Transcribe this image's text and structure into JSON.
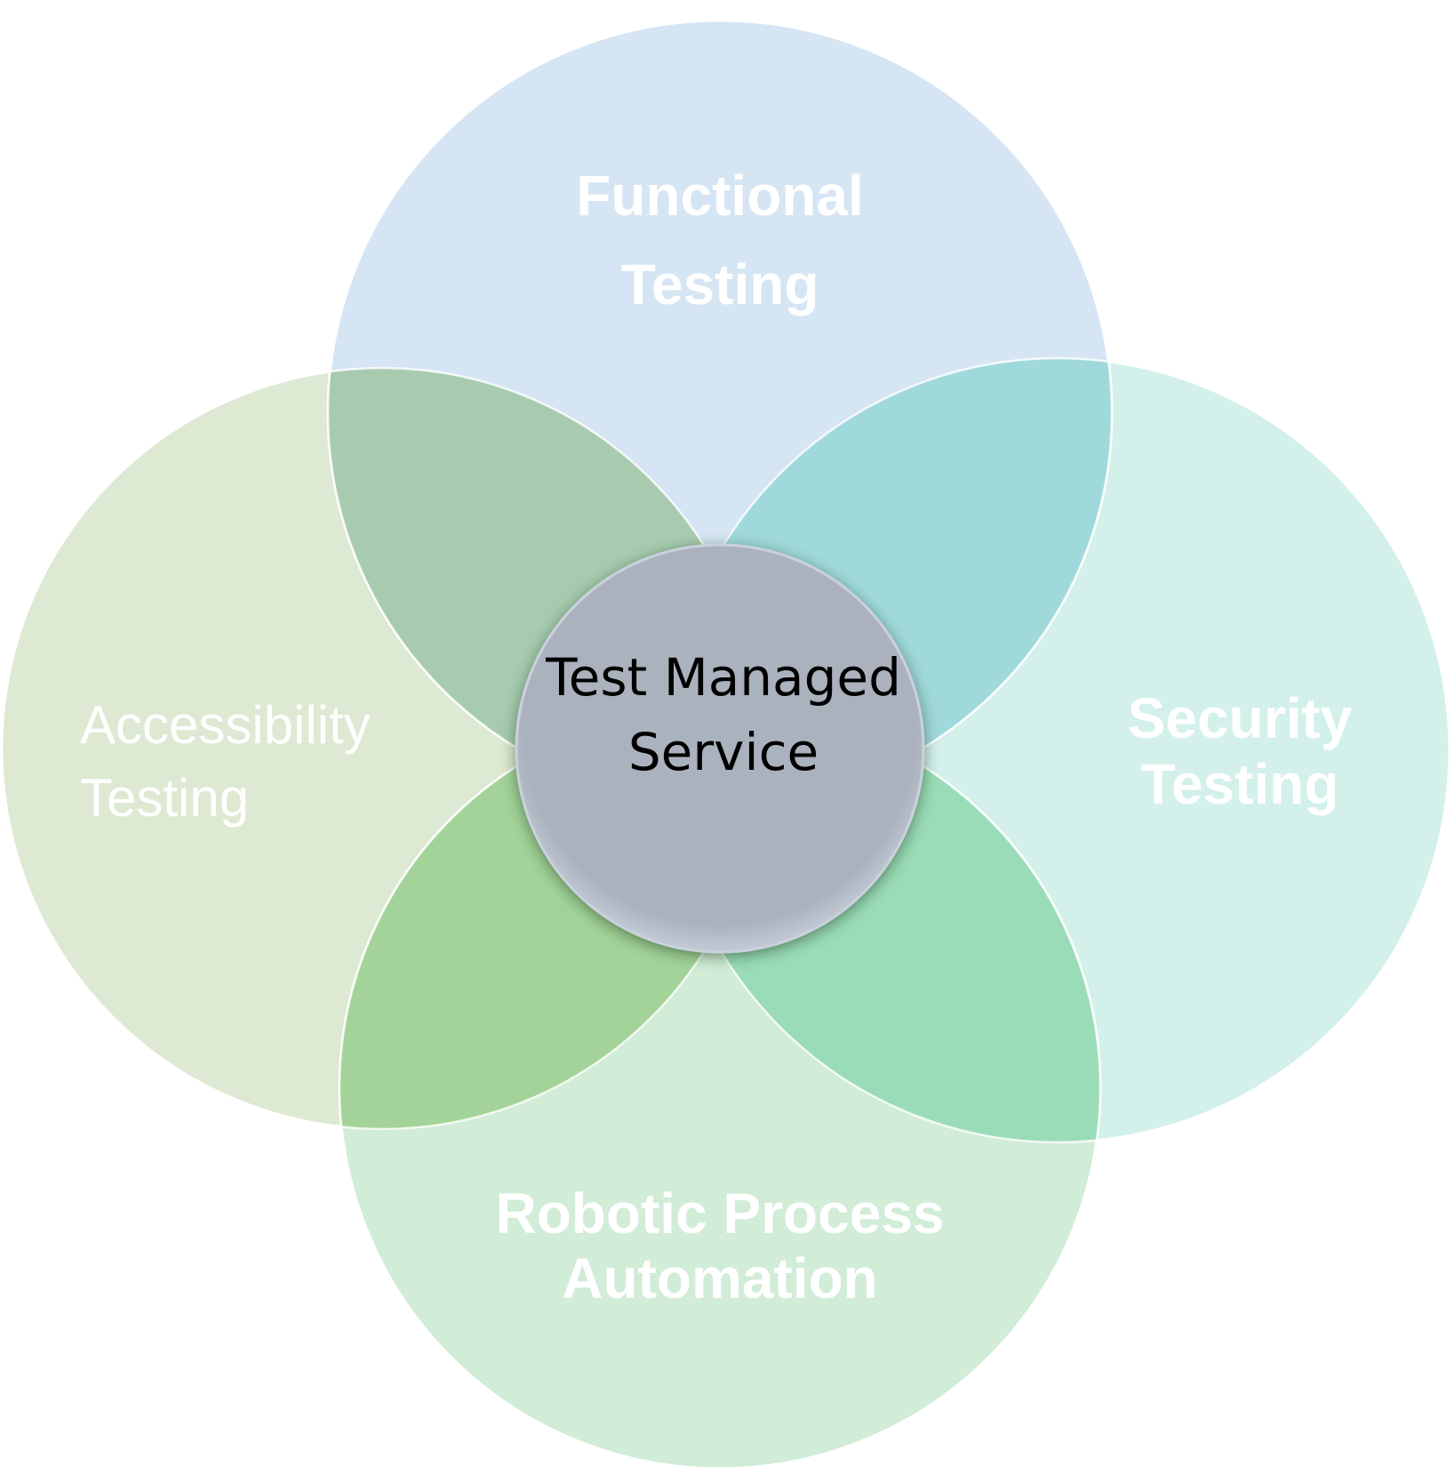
{
  "diagram": {
    "center": {
      "line1": "Test Managed",
      "line2": "Service"
    },
    "petals": [
      {
        "id": "functional",
        "line1": "Functional",
        "line2": "Testing"
      },
      {
        "id": "accessibility",
        "line1": "Accessibility",
        "line2": "Testing"
      },
      {
        "id": "security",
        "line1": "Security",
        "line2": "Testing"
      },
      {
        "id": "rpa",
        "line1": "Robotic Process",
        "line2": "Automation"
      }
    ],
    "colors": {
      "functional": "#d6e5f3",
      "accessibility": "#dde9d2",
      "security": "#d3f0eb",
      "rpa": "#d1ecd7",
      "overlap_top_left": "#a8cbb0",
      "overlap_top_right": "#a0d9dc",
      "overlap_bottom_left": "#a3d398",
      "overlap_bottom_right": "#9adcb7",
      "center": "#abb3bd"
    }
  }
}
